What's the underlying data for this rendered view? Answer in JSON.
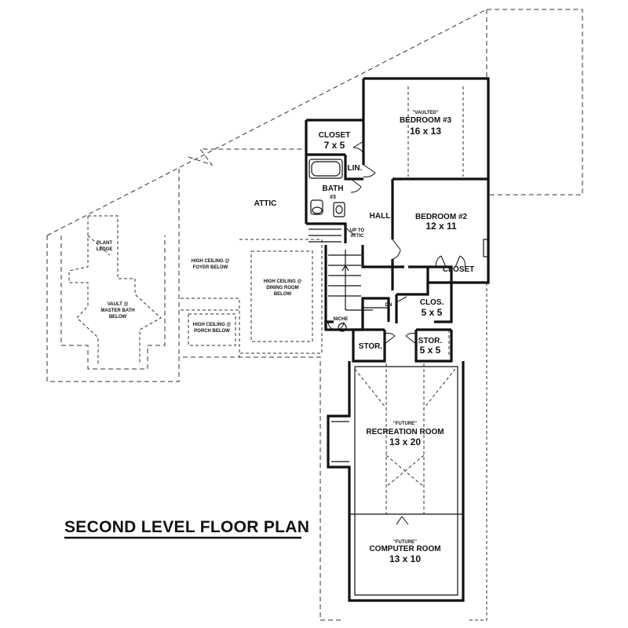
{
  "title": "SECOND LEVEL FLOOR PLAN",
  "rooms": {
    "bedroom3": {
      "note": "\"VAULTED\"",
      "name": "BEDROOM #3",
      "size": "16 x 13"
    },
    "bedroom2": {
      "name": "BEDROOM #2",
      "size": "12 x 11"
    },
    "closet_top": {
      "name": "CLOSET",
      "size": "7 x 5"
    },
    "lin": {
      "name": "LIN."
    },
    "bath3": {
      "name": "BATH",
      "num": "#3"
    },
    "attic": {
      "name": "ATTIC"
    },
    "hall": {
      "name": "HALL"
    },
    "up_to_attic": {
      "line1": "UP TO",
      "line2": "ATTIC"
    },
    "closet_right": {
      "name": "CLOSET"
    },
    "clos": {
      "name": "CLOS.",
      "size": "5 x 5"
    },
    "stor_right": {
      "name": "STOR.",
      "size": "5 x 5"
    },
    "stor_left": {
      "name": "STOR."
    },
    "niche": {
      "name": "NICHE"
    },
    "dn": {
      "name": "DN"
    },
    "recreation": {
      "note": "\"FUTURE\"",
      "name": "RECREATION ROOM",
      "size": "13 x 20"
    },
    "computer": {
      "note": "\"FUTURE\"",
      "name": "COMPUTER ROOM",
      "size": "13 x 10"
    },
    "foyer_below": {
      "line1": "HIGH CEILING @",
      "line2": "FOYER BELOW"
    },
    "dining_below": {
      "line1": "HIGH CEILING @",
      "line2": "DINING ROOM",
      "line3": "BELOW"
    },
    "porch_below": {
      "line1": "HIGH CEILING @",
      "line2": "PORCH BELOW"
    },
    "plant_ledge": {
      "line1": "PLANT",
      "line2": "LEDGE"
    },
    "master_bath_below": {
      "line1": "VAULT @",
      "line2": "MASTER BATH",
      "line3": "BELOW"
    }
  },
  "colors": {
    "ink": "#111111",
    "background": "#ffffff"
  }
}
